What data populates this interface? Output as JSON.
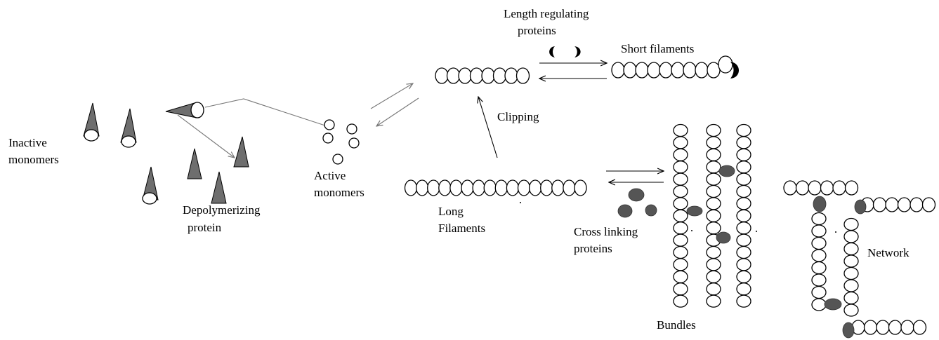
{
  "labels": {
    "inactive_line1": "Inactive",
    "inactive_line2": "monomers",
    "depoly_line1": "Depolymerizing",
    "depoly_line2": "protein",
    "active_line1": "Active",
    "active_line2": "monomers",
    "lengthreg_line1": "Length regulating",
    "lengthreg_line2": "proteins",
    "short_filaments": "Short filaments",
    "clipping": "Clipping",
    "long_line1": "Long",
    "long_line2": "Filaments",
    "crosslink_line1": "Cross linking",
    "crosslink_line2": "proteins",
    "bundles": "Bundles",
    "network": "Network"
  },
  "colors": {
    "cone_fill": "#6e6e6e",
    "blob_fill": "#555555",
    "outline": "#000000"
  }
}
